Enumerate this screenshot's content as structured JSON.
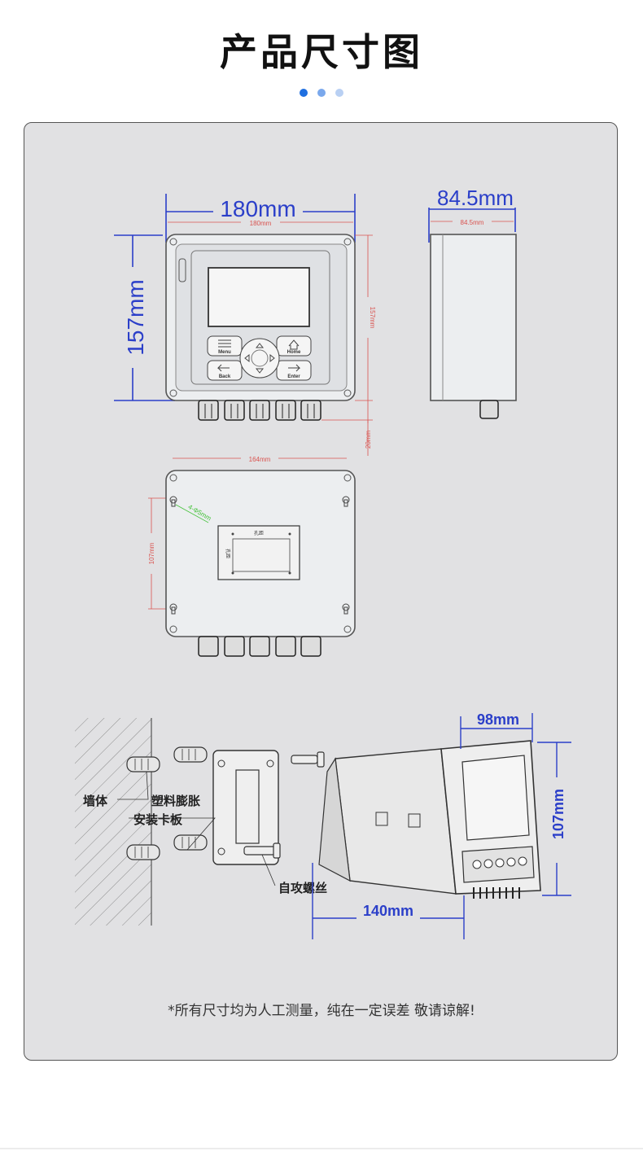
{
  "page": {
    "title": "产品尺寸图",
    "footnote": "*所有尺寸均为人工测量，纯在一定误差 敬请谅解!"
  },
  "indicator": {
    "dot_colors": [
      "#1f6fe0",
      "#7aa8ec",
      "#b9d0f3"
    ]
  },
  "colors": {
    "dimension_blue": "#2b3fc9",
    "dimension_red": "#d9534f",
    "dimension_green": "#44c23a",
    "label_dark": "#222222"
  },
  "front_view": {
    "width_label": "180mm",
    "width_label_small": "180mm",
    "height_label": "157mm",
    "height_label_small": "157mm",
    "bottom_label_small": "20mm",
    "keys": {
      "menu": "Menu",
      "home": "Home",
      "back": "Back",
      "enter": "Enter"
    }
  },
  "side_view": {
    "depth_label": "84.5mm",
    "depth_label_small": "84.5mm"
  },
  "back_view": {
    "width_label_small": "164mm",
    "height_label_small": "107mm",
    "hole_label": "4-Φ5mm",
    "plate_label_top": "孔距",
    "plate_label_side": "孔距"
  },
  "install_view": {
    "wall_label": "墙体",
    "anchor_label": "塑料膨胀",
    "bracket_label": "安装卡板",
    "screw_label": "自攻螺丝",
    "width_label": "98mm",
    "height_label": "107mm",
    "length_label": "140mm"
  }
}
